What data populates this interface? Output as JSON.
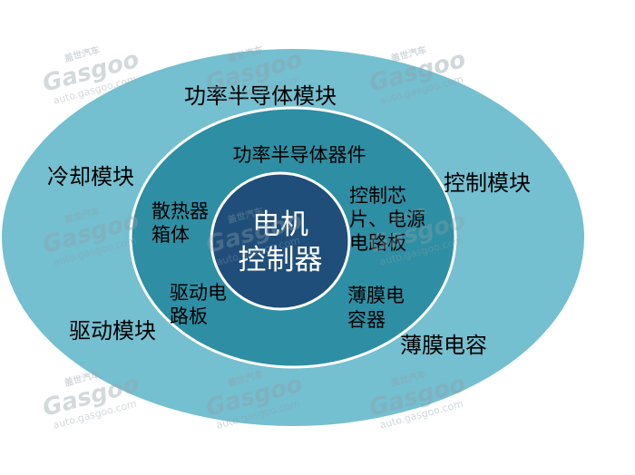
{
  "diagram": {
    "center_label_lines": [
      "电机",
      "控制器"
    ],
    "middle_ring_labels": {
      "top": "功率半导体器件",
      "left_lines": [
        "散热器",
        "箱体"
      ],
      "right_lines": [
        "控制芯",
        "片、电源",
        "电路板"
      ],
      "bottom_left_lines": [
        "驱动电",
        "路板"
      ],
      "bottom_right_lines": [
        "薄膜电",
        "容器"
      ]
    },
    "outer_ring_labels": {
      "top": "功率半导体模块",
      "left": "冷却模块",
      "right": "控制模块",
      "bottom_left": "驱动模块",
      "bottom_right": "薄膜电容"
    },
    "colors": {
      "outer_ring": "#74BFD0",
      "middle_ring": "#2E8EA3",
      "inner_circle": "#1F4E7A",
      "separator": "#FFFFFF"
    }
  },
  "watermark": {
    "brand_cn": "盖世汽车",
    "brand_en": "Gasgoo",
    "url": "auto.gasgoo.com"
  }
}
